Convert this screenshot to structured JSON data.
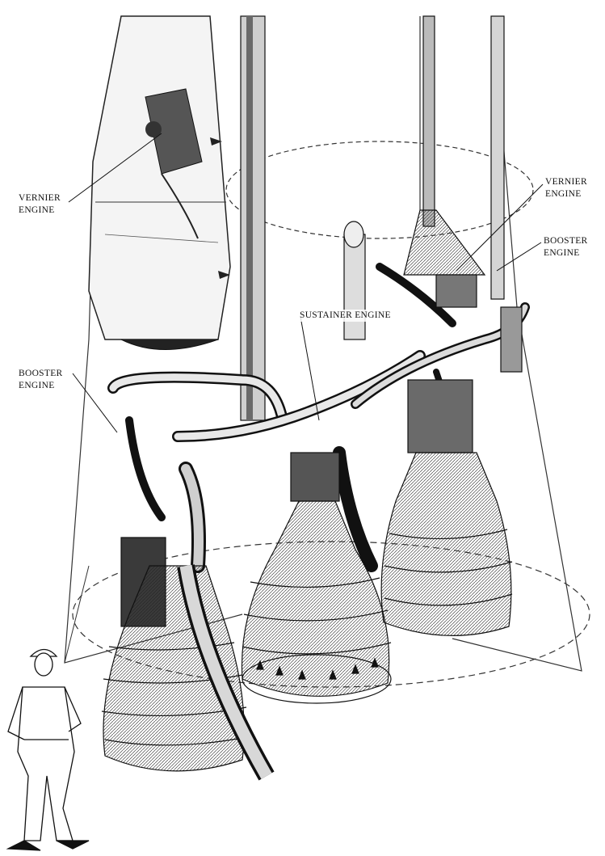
{
  "labels": {
    "vernier_left": {
      "line1": "VERNIER",
      "line2": "ENGINE"
    },
    "vernier_right": {
      "line1": "VERNIER",
      "line2": "ENGINE"
    },
    "booster_right": {
      "line1": "BOOSTER",
      "line2": "ENGINE"
    },
    "sustainer": {
      "line1": "SUSTAINER ENGINE"
    },
    "booster_left": {
      "line1": "BOOSTER",
      "line2": "ENGINE"
    }
  },
  "colors": {
    "ink": "#111111",
    "paper": "#ffffff"
  }
}
